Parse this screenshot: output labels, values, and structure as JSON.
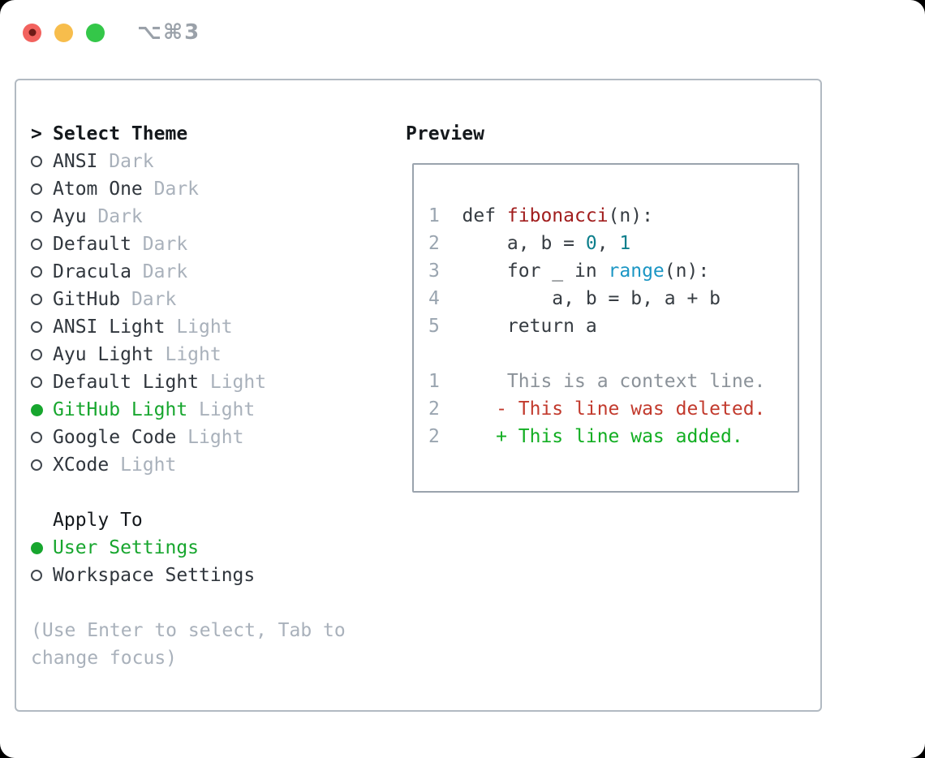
{
  "titlebar": {
    "shortcut": "⌥⌘3",
    "buttons": [
      "close",
      "minimize",
      "zoom"
    ]
  },
  "theme_picker": {
    "header": {
      "prompt": ">",
      "label": "Select Theme"
    },
    "items": [
      {
        "name": "ANSI",
        "variant": "Dark",
        "selected": false
      },
      {
        "name": "Atom One",
        "variant": "Dark",
        "selected": false
      },
      {
        "name": "Ayu",
        "variant": "Dark",
        "selected": false
      },
      {
        "name": "Default",
        "variant": "Dark",
        "selected": false
      },
      {
        "name": "Dracula",
        "variant": "Dark",
        "selected": false
      },
      {
        "name": "GitHub",
        "variant": "Dark",
        "selected": false
      },
      {
        "name": "ANSI Light",
        "variant": "Light",
        "selected": false
      },
      {
        "name": "Ayu Light",
        "variant": "Light",
        "selected": false
      },
      {
        "name": "Default Light",
        "variant": "Light",
        "selected": false
      },
      {
        "name": "GitHub Light",
        "variant": "Light",
        "selected": true
      },
      {
        "name": "Google Code",
        "variant": "Light",
        "selected": false
      },
      {
        "name": "XCode",
        "variant": "Light",
        "selected": false
      }
    ],
    "apply_to": {
      "label": "Apply To",
      "options": [
        {
          "name": "User Settings",
          "selected": true
        },
        {
          "name": "Workspace Settings",
          "selected": false
        }
      ]
    },
    "hint": "(Use Enter to select, Tab to change focus)"
  },
  "preview": {
    "title": "Preview",
    "lines": [
      {
        "num": "1",
        "tokens": [
          {
            "t": "def ",
            "c": "fg"
          },
          {
            "t": "fibonacci",
            "c": "func"
          },
          {
            "t": "(n):",
            "c": "fg"
          }
        ]
      },
      {
        "num": "2",
        "tokens": [
          {
            "t": "    a, b = ",
            "c": "fg"
          },
          {
            "t": "0",
            "c": "num"
          },
          {
            "t": ", ",
            "c": "fg"
          },
          {
            "t": "1",
            "c": "num"
          }
        ]
      },
      {
        "num": "3",
        "tokens": [
          {
            "t": "    for _ in ",
            "c": "fg"
          },
          {
            "t": "range",
            "c": "builtin"
          },
          {
            "t": "(n):",
            "c": "fg"
          }
        ]
      },
      {
        "num": "4",
        "tokens": [
          {
            "t": "        a, b = b, a + b",
            "c": "fg"
          }
        ]
      },
      {
        "num": "5",
        "tokens": [
          {
            "t": "    return a",
            "c": "fg"
          }
        ]
      },
      {
        "num": "",
        "tokens": []
      },
      {
        "num": "1",
        "tokens": [
          {
            "t": "    This is a context line.",
            "c": "ctx"
          }
        ]
      },
      {
        "num": "2",
        "tokens": [
          {
            "t": "   - This line was deleted.",
            "c": "del"
          }
        ]
      },
      {
        "num": "2",
        "tokens": [
          {
            "t": "   + This line was added.",
            "c": "add"
          }
        ]
      }
    ]
  },
  "colors": {
    "accent_green": "#17a62e",
    "added_green": "#12ae22",
    "deleted_red": "#c23a2d",
    "function_red": "#a11d1d",
    "number_teal": "#0d7f8c",
    "builtin_blue": "#1b96c4",
    "muted_gray": "#a9b1bb",
    "panel_border": "#b2bac2",
    "preview_border": "#9aa3ad",
    "traffic_red": "#f2625e",
    "traffic_yellow": "#f7bd4c",
    "traffic_green": "#34c749"
  }
}
